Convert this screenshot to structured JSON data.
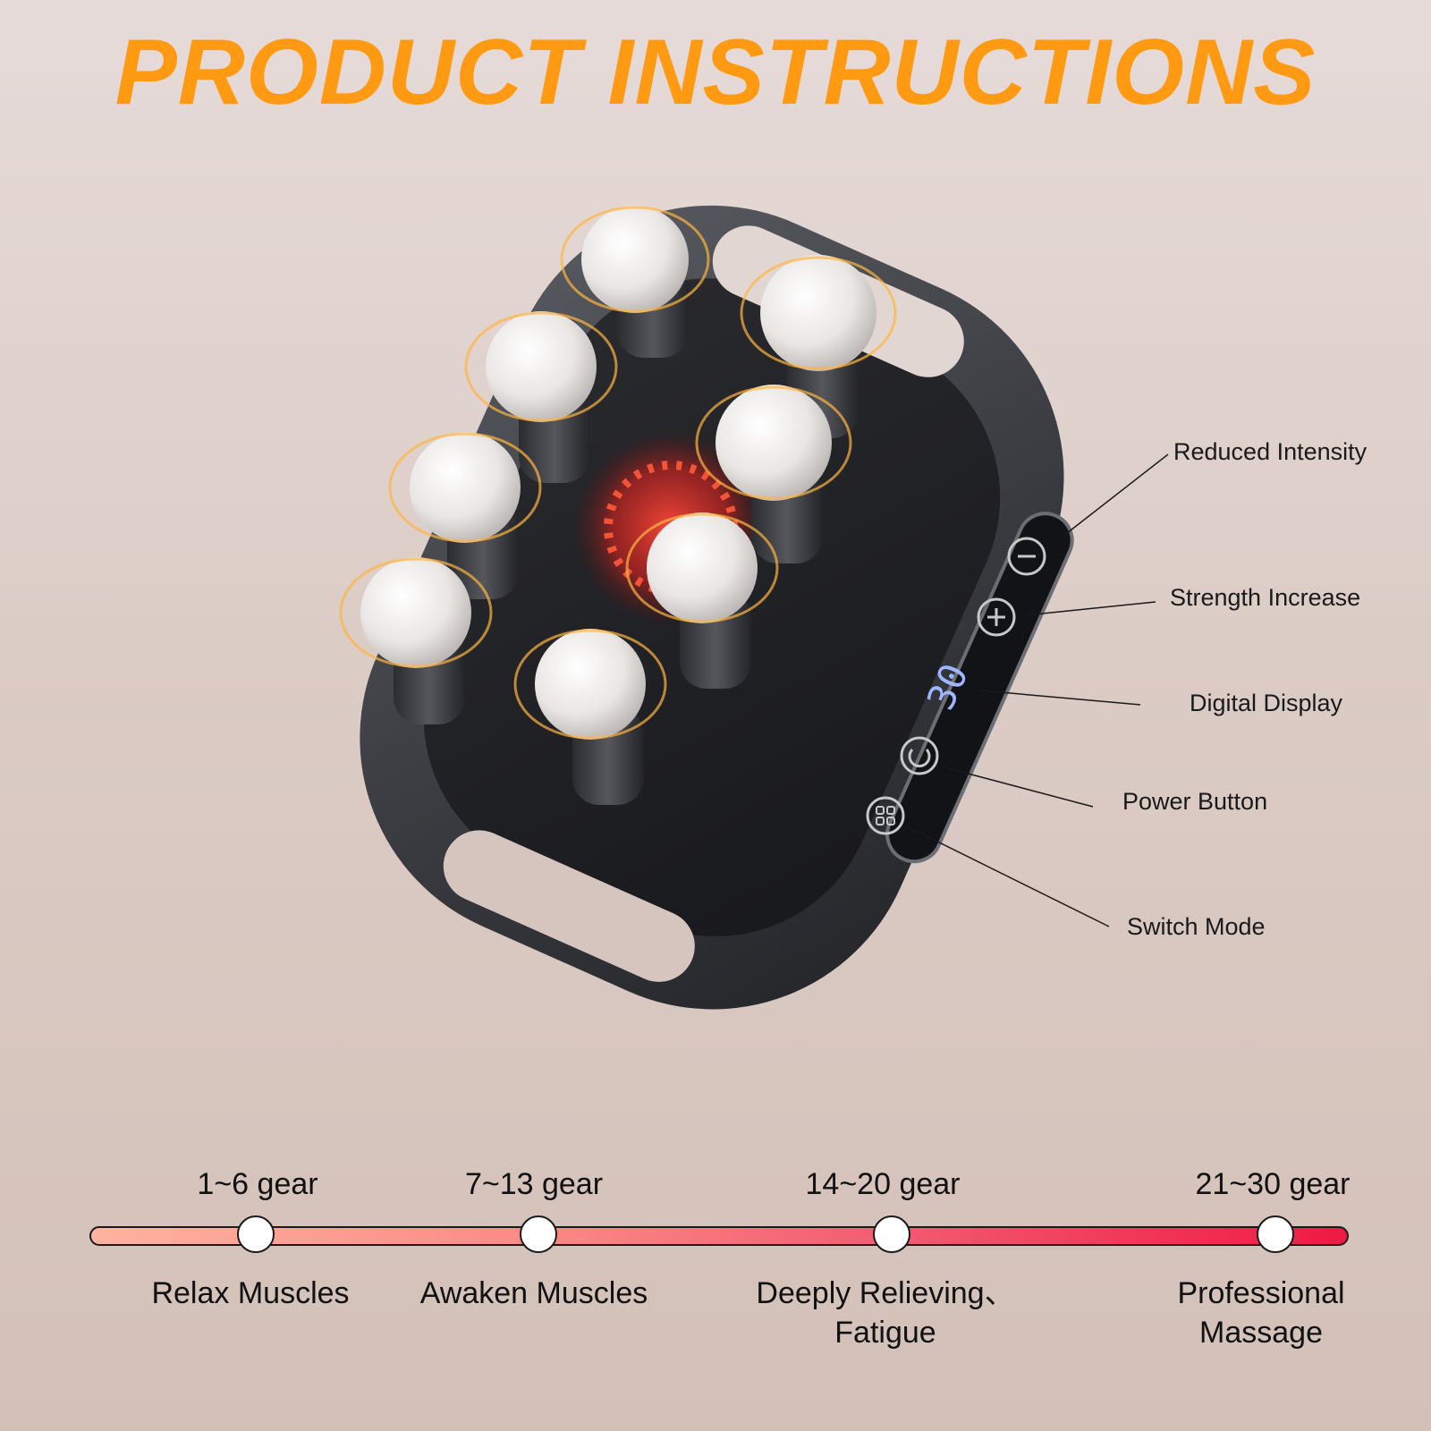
{
  "title": "PRODUCT INSTRUCTIONS",
  "display_readout": "30",
  "callouts": [
    {
      "label": "Reduced Intensity"
    },
    {
      "label": "Strength Increase"
    },
    {
      "label": "Digital Display"
    },
    {
      "label": "Power Button"
    },
    {
      "label": "Switch Mode"
    }
  ],
  "gear_scale": {
    "stages": [
      {
        "gear": "1~6 gear",
        "effect": "Relax Muscles"
      },
      {
        "gear": "7~13 gear",
        "effect": "Awaken Muscles"
      },
      {
        "gear": "14~20 gear",
        "effect_line1": "Deeply Relieving、",
        "effect_line2": "Fatigue"
      },
      {
        "gear": "21~30 gear",
        "effect": "Professional Massage"
      }
    ]
  },
  "colors": {
    "title": "#ff9a12",
    "display_digits": "#9fb6ff",
    "scale_start": "#ffb3a0",
    "scale_end": "#ee1a43"
  }
}
